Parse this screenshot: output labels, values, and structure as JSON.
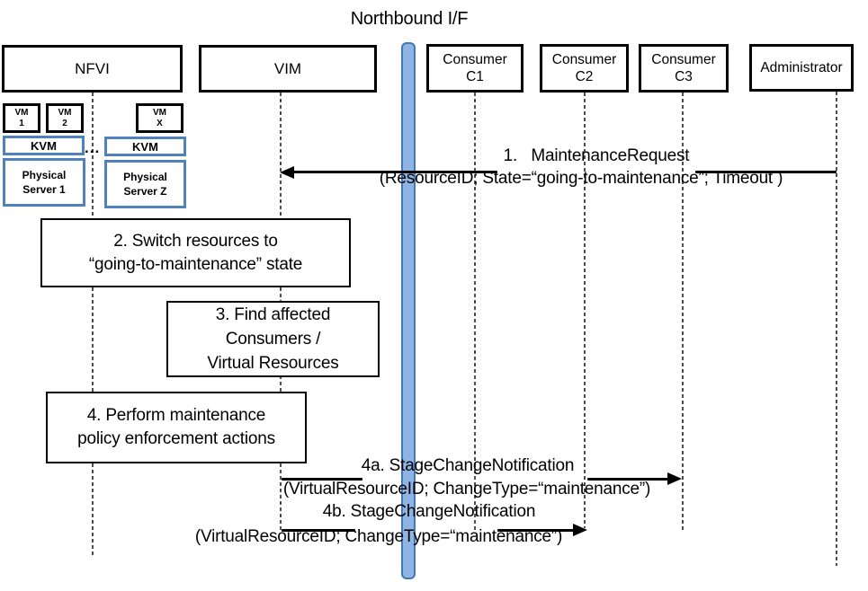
{
  "title": "Northbound I/F",
  "entities": {
    "nfvi": {
      "label": "NFVI"
    },
    "vim": {
      "label": "VIM"
    },
    "c1": {
      "label": "Consumer\nC1"
    },
    "c2": {
      "label": "Consumer\nC2"
    },
    "c3": {
      "label": "Consumer\nC3"
    },
    "admin": {
      "label": "Administrator"
    }
  },
  "nfvi_internals": {
    "vm1": "VM\n1",
    "vm2": "VM\n2",
    "vmx": "VM\nX",
    "kvm_left": "KVM",
    "kvm_right": "KVM",
    "ellipsis": "...",
    "server1": "Physical\nServer 1",
    "serverz": "Physical\nServer Z"
  },
  "steps": {
    "box2": "2. Switch resources to\n“going-to-maintenance” state",
    "box3": "3. Find affected\nConsumers /\nVirtual Resources",
    "box4": "4. Perform maintenance\npolicy enforcement actions"
  },
  "messages": {
    "m1": {
      "title": "1.   MaintenanceRequest",
      "params": "(ResourceID; State=“going-to-maintenance”; Timeout )"
    },
    "m4a": {
      "title": "4a. StageChangeNotification",
      "params": "(VirtualResourceID; ChangeType=“maintenance”)"
    },
    "m4b": {
      "title": "4b. StageChangeNotification",
      "params": "(VirtualResourceID; ChangeType=“maintenance”)"
    }
  },
  "colors": {
    "accent_blue": "#4F81BD",
    "bar_fill": "#8EB4E3",
    "lifeline_gray": "#4d4d4d"
  }
}
